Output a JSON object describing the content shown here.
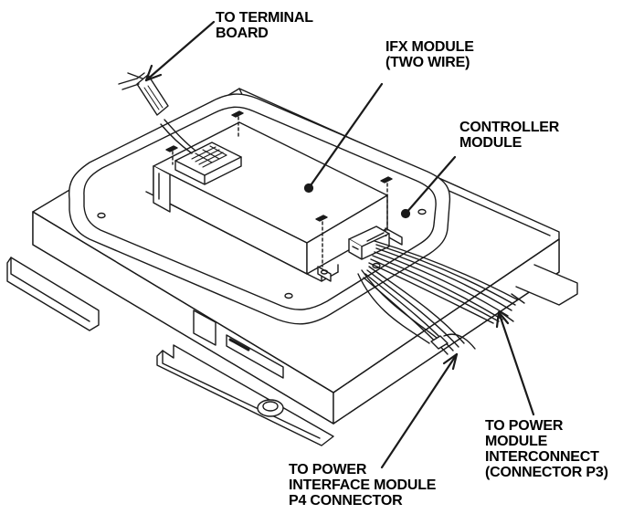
{
  "labels": {
    "terminal_board": [
      "TO TERMINAL",
      "BOARD"
    ],
    "ifx_module": [
      "IFX MODULE",
      "(TWO WIRE)"
    ],
    "controller_module": [
      "CONTROLLER",
      "MODULE"
    ],
    "power_interface": [
      "TO POWER",
      "INTERFACE MODULE",
      "P4 CONNECTOR"
    ],
    "power_module": [
      "TO POWER",
      "MODULE",
      "INTERCONNECT",
      "(CONNECTOR P3)"
    ]
  },
  "colors": {
    "line": "#1a1a1a",
    "fill": "#ffffff",
    "shade": "#d9d9d9"
  }
}
